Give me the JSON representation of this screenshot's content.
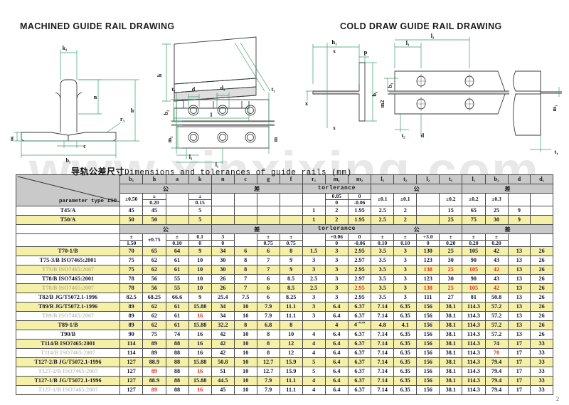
{
  "watermark": "www.xinxixing.com",
  "page_number": "2",
  "drawings": {
    "left_title": "MACHINED GUIDE RAIL DRAWING",
    "right_title": "COLD DRAW GUIDE RAIL DRAWING",
    "left_labels": [
      "k₁",
      "n",
      "h",
      "g",
      "c",
      "b₁",
      "r₃",
      "t₂",
      "d",
      "d₁",
      "t₁",
      "b₂",
      "m₂",
      "l₃",
      "l₁",
      "l"
    ],
    "right_labels": [
      "h₁",
      "x",
      "p",
      "b₁",
      "b₃",
      "m2",
      "l₃",
      "t₂",
      "d",
      "l₂",
      "m₁",
      "t₁"
    ]
  },
  "table": {
    "caption_cn": "导轨公差尺寸",
    "caption_en": "Dimensions and tolerances of guide rails (mm)",
    "corner_label": "parameter  type ISO",
    "columns": [
      "b₁",
      "h",
      "a",
      "k",
      "n",
      "c",
      "g",
      "f",
      "r₁",
      "m₁",
      "m₂",
      "l₃",
      "t₂",
      "l₂",
      "t₁",
      "l₁",
      "b₂",
      "d",
      "d₁"
    ],
    "group_labels": {
      "gong": "公",
      "cha": "差",
      "tolerance": "torlerance"
    },
    "band1": {
      "tolerances": [
        "±0.50",
        "±\n0.20",
        "",
        "±\n0.15",
        "",
        "",
        "",
        "",
        "",
        "0.05 / 0",
        "0 / -0.06",
        "±0.1",
        "±0.1",
        "",
        "±0.2",
        "±0.2",
        "±0.3",
        "",
        ""
      ],
      "rows": [
        {
          "name": "T45/A",
          "style": "even",
          "values": [
            "45",
            "45",
            "",
            "5",
            "",
            "",
            "",
            "",
            "1",
            "2",
            "1.95",
            "2.5",
            "2",
            "",
            "15",
            "65",
            "25",
            "9",
            ""
          ]
        },
        {
          "name": "T50/A",
          "style": "odd",
          "values": [
            "50",
            "50",
            "",
            "5",
            "",
            "",
            "",
            "",
            "1",
            "2",
            "1.95",
            "2.5",
            "2",
            "",
            "25",
            "75",
            "30",
            "9",
            ""
          ]
        }
      ]
    },
    "band2": {
      "tolerances": [
        "±\n1.50",
        "±0.75",
        "±\n0.10",
        "0.1 / 0",
        "3 / 0",
        "",
        "±\n0.75",
        "±\n0.75",
        "",
        "+0.06 / 0",
        "0 / -0.06",
        "±\n0.10",
        "±\n0.10",
        "+3.0 / 0",
        "±\n0.20",
        "±\n0.20",
        "±\n0.20",
        "",
        ""
      ],
      "rows": [
        {
          "name": "T70-1/B",
          "style": "odd",
          "name_color": "black",
          "values": [
            "70",
            "65",
            "64",
            "9",
            "34",
            "6",
            "6",
            "8",
            "1.5",
            "3",
            "2.95",
            "3.5",
            "3",
            "130",
            "25",
            "105",
            "42",
            "13",
            "26"
          ],
          "red": []
        },
        {
          "name": "T75-3/B ISO7465:2001",
          "style": "even",
          "name_color": "black",
          "values": [
            "75",
            "62",
            "61",
            "10",
            "30",
            "8",
            "7",
            "9",
            "3",
            "3",
            "2.97",
            "3.5",
            "3",
            "123",
            "30",
            "90",
            "43",
            "13",
            "26"
          ],
          "red": []
        },
        {
          "name": "T75/B ISO7465:2007",
          "style": "odd",
          "name_color": "gray",
          "values": [
            "75",
            "62",
            "61",
            "10",
            "30",
            "8",
            "7",
            "9",
            "3",
            "3",
            "2.95",
            "3.5",
            "3",
            "138",
            "25",
            "105",
            "42",
            "13",
            "26"
          ],
          "red": [
            13,
            14,
            15,
            16
          ]
        },
        {
          "name": "T78/B ISO7465:2001",
          "style": "even",
          "name_color": "black",
          "values": [
            "78",
            "56",
            "55",
            "10",
            "26",
            "7",
            "6",
            "8.5",
            "2.5",
            "3",
            "2.97",
            "3.5",
            "3",
            "123",
            "30",
            "90",
            "43",
            "13",
            "26"
          ],
          "red": []
        },
        {
          "name": "T78/B ISO7465:2007",
          "style": "odd",
          "name_color": "gray",
          "values": [
            "78",
            "56",
            "55",
            "10",
            "26",
            "7",
            "6",
            "8.5",
            "2.5",
            "3",
            "2.95",
            "3.5",
            "3",
            "138",
            "25",
            "105",
            "42",
            "13",
            "26"
          ],
          "red": [
            10,
            13,
            14,
            15,
            16
          ]
        },
        {
          "name": "T82/B JG/T5072.1-1996",
          "style": "even",
          "name_color": "black",
          "values": [
            "82.5",
            "68.25",
            "66.6",
            "9",
            "25.4",
            "7.5",
            "6",
            "8.25",
            "3",
            "3",
            "2.95",
            "3.5",
            "3",
            "111",
            "27",
            "81",
            "50.8",
            "13",
            "26"
          ],
          "red": []
        },
        {
          "name": "T89/B JG/T5072.1-1996",
          "style": "odd",
          "name_color": "black",
          "values": [
            "89",
            "62",
            "61",
            "15.88",
            "34",
            "10",
            "7.9",
            "11.1",
            "3",
            "6.4",
            "6.37",
            "7.14",
            "6.35",
            "156",
            "38.1",
            "114.3",
            "57.2",
            "13",
            "26"
          ],
          "red": []
        },
        {
          "name": "T89/B ISO7465:2007",
          "style": "even",
          "name_color": "gray",
          "values": [
            "89",
            "62",
            "61",
            "16",
            "34",
            "10",
            "7.9",
            "11.1",
            "3",
            "6.4",
            "6.37",
            "7.14",
            "6.35",
            "156",
            "38.1",
            "114.3",
            "57.2",
            "13",
            "26"
          ],
          "red": [
            3
          ]
        },
        {
          "name": "T89-1/B",
          "style": "odd",
          "name_color": "black",
          "values": [
            "89",
            "62",
            "61",
            "15.88",
            "32.2",
            "8",
            "6.8",
            "8",
            "",
            "4",
            "4⁻⁰·⁰⁴",
            "4.8",
            "4.1",
            "156",
            "38.1",
            "114.3",
            "57.2",
            "13",
            "26"
          ],
          "red": []
        },
        {
          "name": "T90/B",
          "style": "even",
          "name_color": "black",
          "values": [
            "90",
            "75",
            "74",
            "16",
            "42",
            "10",
            "8",
            "10",
            "4",
            "6.4",
            "6.37",
            "7.14",
            "6.35",
            "156",
            "38.1",
            "114.3",
            "57.2",
            "13",
            "26"
          ],
          "red": []
        },
        {
          "name": "T114/B ISO7465:2001",
          "style": "odd",
          "name_color": "black",
          "values": [
            "114",
            "89",
            "88",
            "16",
            "42",
            "10",
            "8",
            "12",
            "4",
            "6.4",
            "6.37",
            "7.14",
            "6.35",
            "156",
            "38.1",
            "114.3",
            "74",
            "17",
            "33"
          ],
          "red": []
        },
        {
          "name": "T114/B ISO7465:2007",
          "style": "even",
          "name_color": "gray",
          "values": [
            "114",
            "89",
            "88",
            "16",
            "42",
            "10",
            "8",
            "12",
            "4",
            "6.4",
            "6.37",
            "7.14",
            "6.35",
            "156",
            "38.1",
            "114.3",
            "70",
            "17",
            "33"
          ],
          "red": [
            16
          ]
        },
        {
          "name": "T127-2/B JG/T5072.1-1996",
          "style": "odd",
          "name_color": "black",
          "values": [
            "127",
            "88.9",
            "88",
            "15.88",
            "50.8",
            "10",
            "12.7",
            "15.9",
            "5",
            "6.4",
            "6.37",
            "7.14",
            "6.35",
            "156",
            "38.1",
            "114.3",
            "79.4",
            "17",
            "33"
          ],
          "red": []
        },
        {
          "name": "T127-2/B ISO7465:2007",
          "style": "even",
          "name_color": "gray",
          "values": [
            "127",
            "89",
            "88",
            "16",
            "51",
            "10",
            "12.7",
            "15.9",
            "5",
            "6.4",
            "6.37",
            "7.14",
            "6.35",
            "156",
            "38.1",
            "114.3",
            "79.4",
            "17",
            "33"
          ],
          "red": [
            1,
            3
          ]
        },
        {
          "name": "T127-1/B JG/T5072.1-1996",
          "style": "odd",
          "name_color": "black",
          "values": [
            "127",
            "88.9",
            "88",
            "15.88",
            "44.5",
            "10",
            "7.9",
            "11.1",
            "4",
            "6.4",
            "6.37",
            "7.14",
            "6.35",
            "156",
            "38.1",
            "114.3",
            "79.4",
            "17",
            "33"
          ],
          "red": []
        },
        {
          "name": "T127-1/B ISO7465:2007",
          "style": "even",
          "name_color": "gray",
          "values": [
            "127",
            "89",
            "88",
            "16",
            "45",
            "10",
            "7.9",
            "11.1",
            "4",
            "6.4",
            "6.37",
            "7.14",
            "6.35",
            "156",
            "38.1",
            "114.3",
            "79.4",
            "17",
            "33"
          ],
          "red": [
            1,
            3
          ]
        }
      ]
    }
  }
}
